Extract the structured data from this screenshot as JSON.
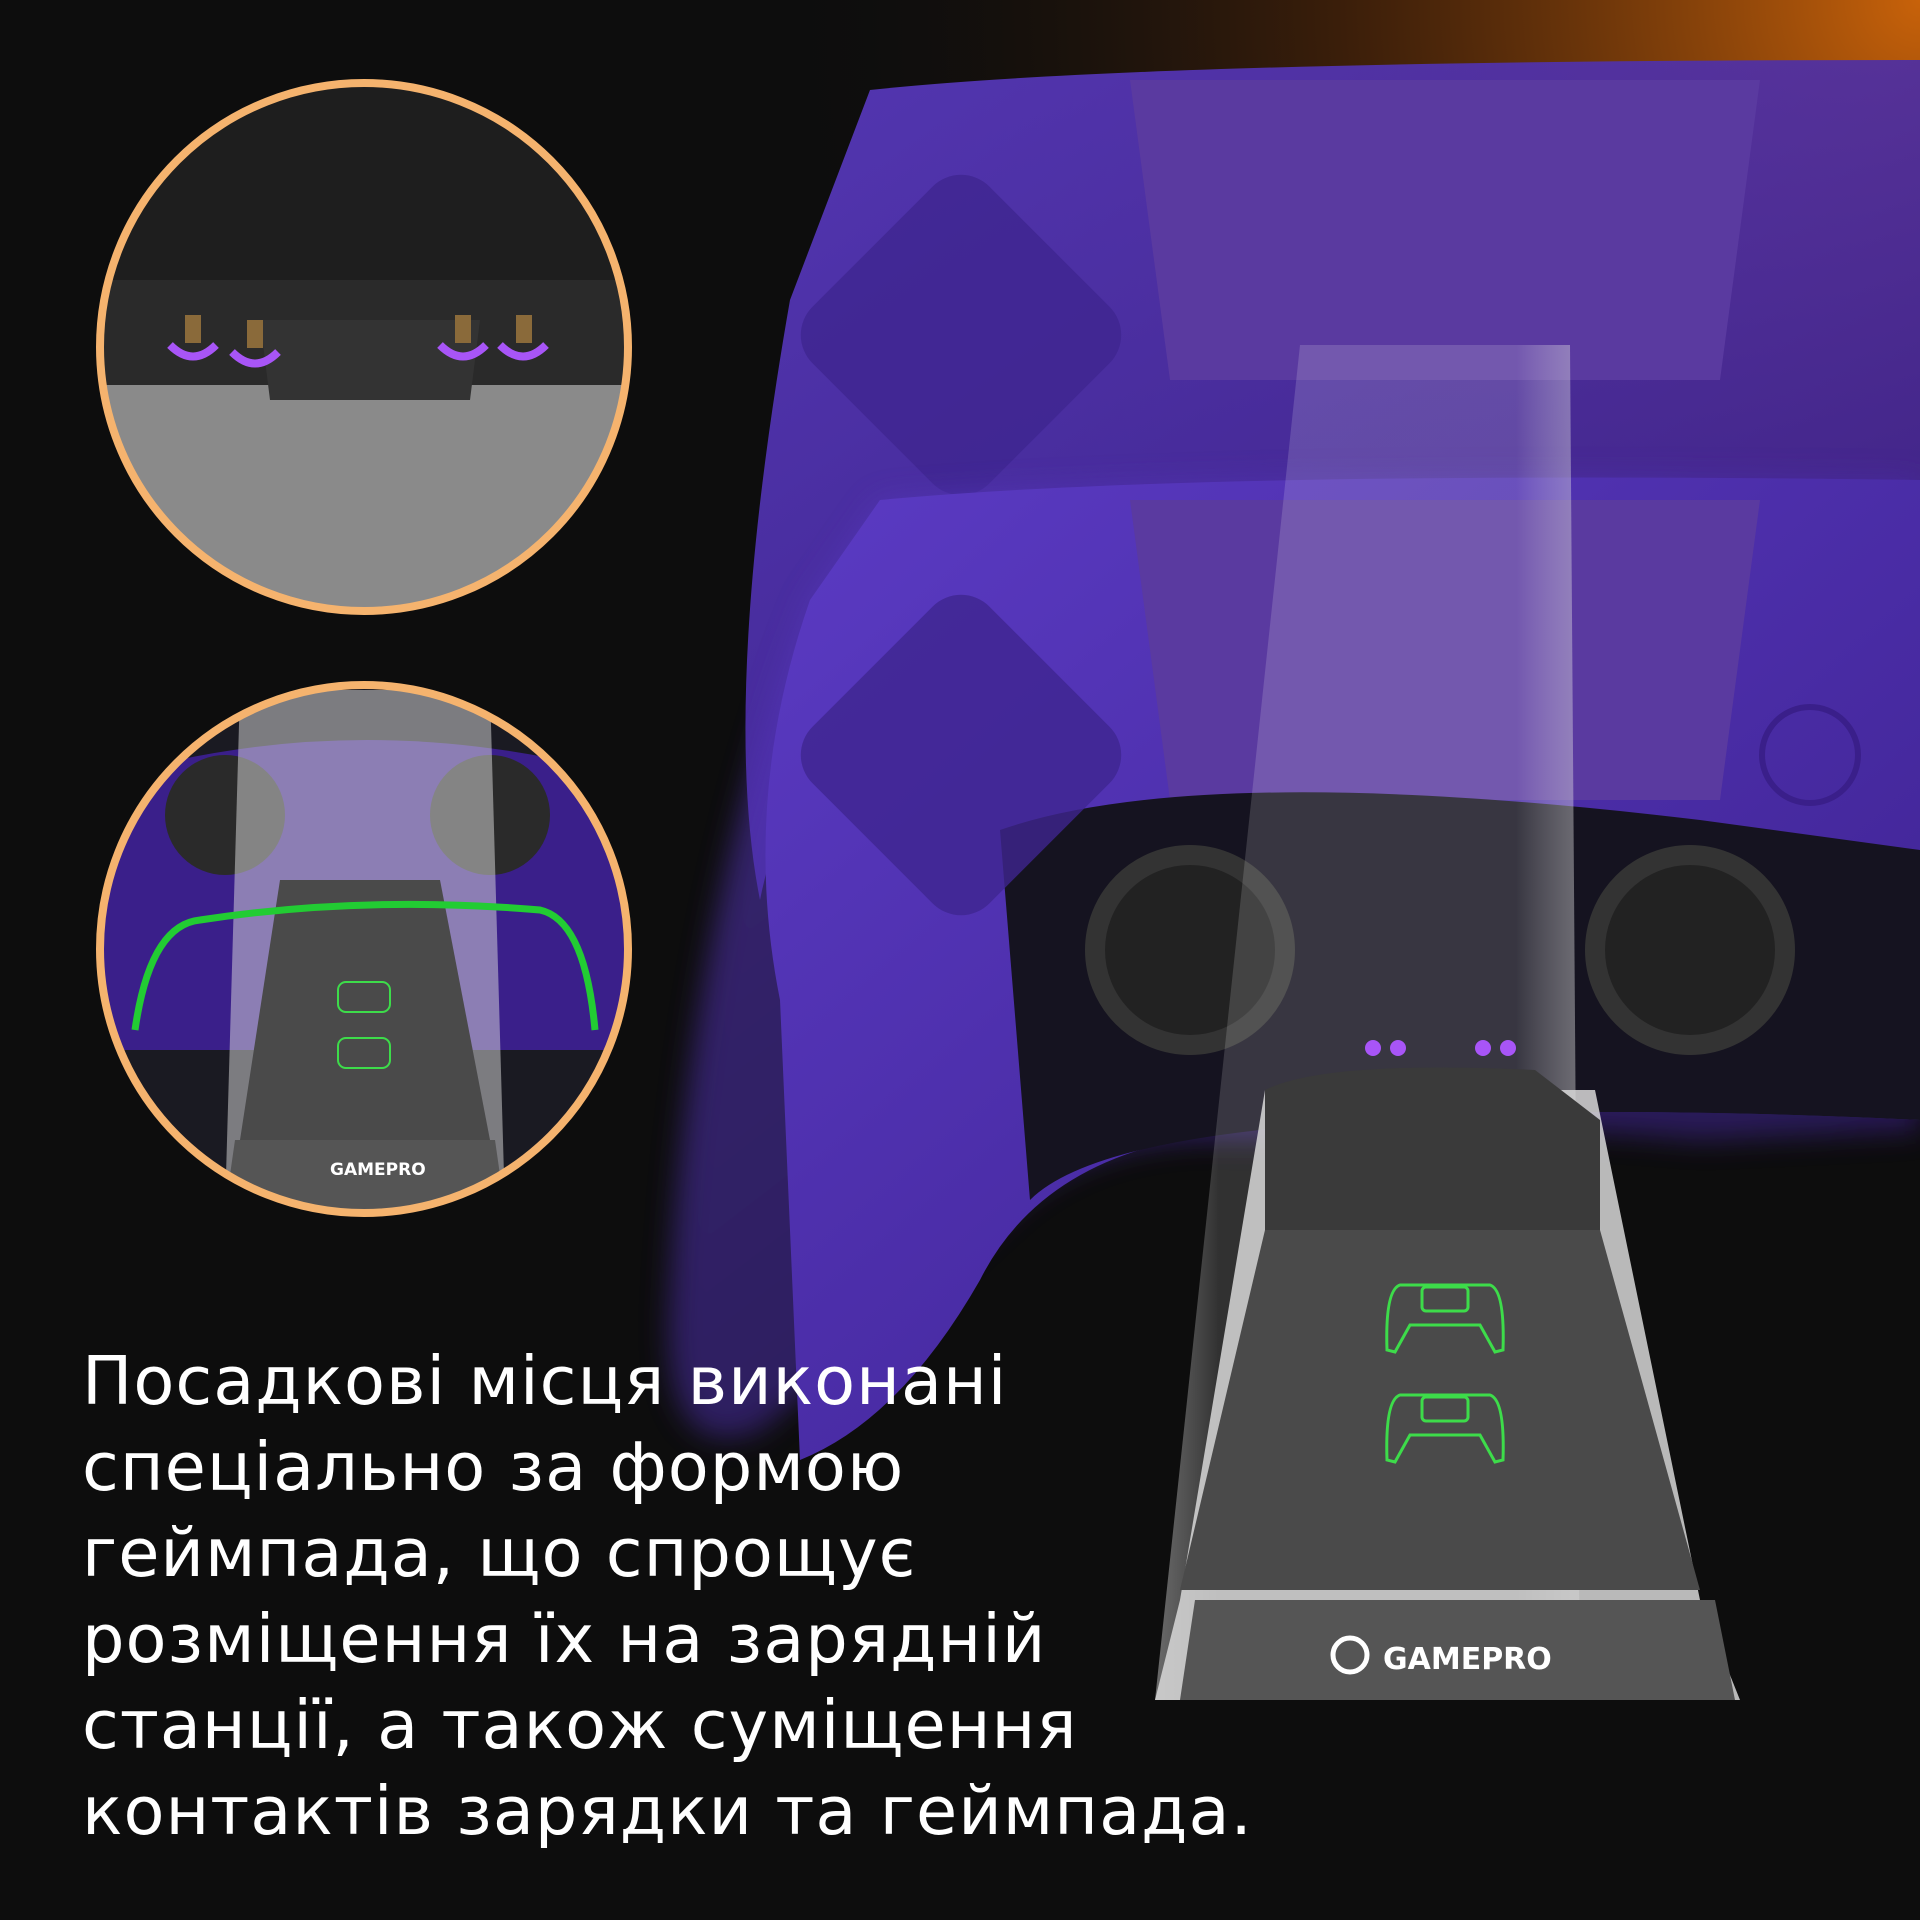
{
  "caption": {
    "lines": [
      "Посадкові місця виконані",
      "спеціально за формою",
      "геймпада, що спрощує",
      "розміщення їх на зарядній",
      "станції, а також суміщення",
      "контактів зарядки та геймпада."
    ]
  },
  "brand": {
    "logo_text": "GAMEPRO"
  },
  "colors": {
    "background": "#0d0d0d",
    "controller_purple": "#4a2aa8",
    "circle_border": "#f5b36e",
    "glow_orange": "#c8620a",
    "icon_green": "#3ddc4a",
    "contact_glow": "#a855f7",
    "stand_gray": "#4a4a4a"
  },
  "icons": [
    "gamepad-icon",
    "gamepad-icon",
    "gamepro-logo"
  ]
}
